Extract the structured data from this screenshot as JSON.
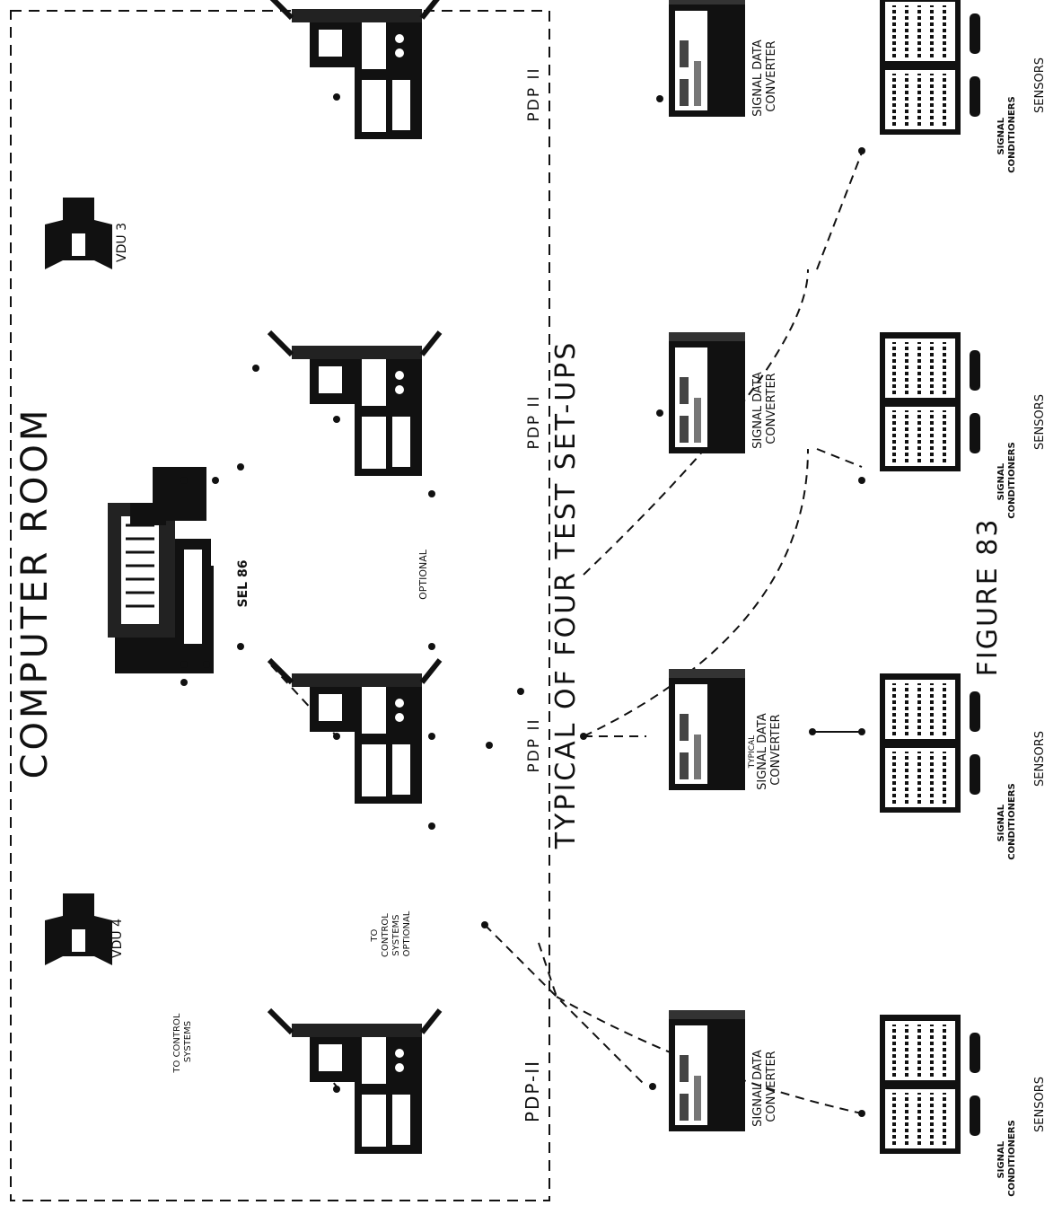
{
  "title": "COMPUTER ROOM",
  "subtitle": "TYPICAL OF FOUR TEST SET-UPS",
  "figure_caption": "FIGURE 83",
  "computer_room": {
    "sel_label": "SEL 86",
    "optional_label": "OPTIONAL",
    "to_control_systems_optional": [
      "TO",
      "CONTROL",
      "SYSTEMS",
      "OPTIONAL"
    ],
    "to_control_systems": [
      "TO CONTROL",
      "SYSTEMS"
    ],
    "vdu_left_label": "VDU 4",
    "vdu_right_label": "VDU 3",
    "pdp_bottom_label": "PDP-II",
    "pdp_center_left_label": "PDP II",
    "pdp_center_right_label": "PDP II",
    "pdp_top_label": "PDP II"
  },
  "converters": [
    {
      "line1": "SIGNAL DATA",
      "line2": "CONVERTER"
    },
    {
      "line1": "TYPICAL",
      "line2": "SIGNAL DATA",
      "line3": "CONVERTER"
    },
    {
      "line1": "SIGNAL DATA",
      "line2": "CONVERTER"
    },
    {
      "line1": "SIGNAL DATA",
      "line2": "CONVERTER"
    }
  ],
  "sensor_groups": [
    {
      "cond_line1": "SIGNAL",
      "cond_line2": "CONDITIONERS",
      "sensors": "SENSORS"
    },
    {
      "cond_line1": "SIGNAL",
      "cond_line2": "CONDITIONERS",
      "sensors": "SENSORS"
    },
    {
      "cond_line1": "SIGNAL",
      "cond_line2": "CONDITIONERS",
      "sensors": "SENSORS"
    },
    {
      "cond_line1": "SIGNAL",
      "cond_line2": "CONDITIONERS",
      "sensors": "SENSORS"
    }
  ]
}
